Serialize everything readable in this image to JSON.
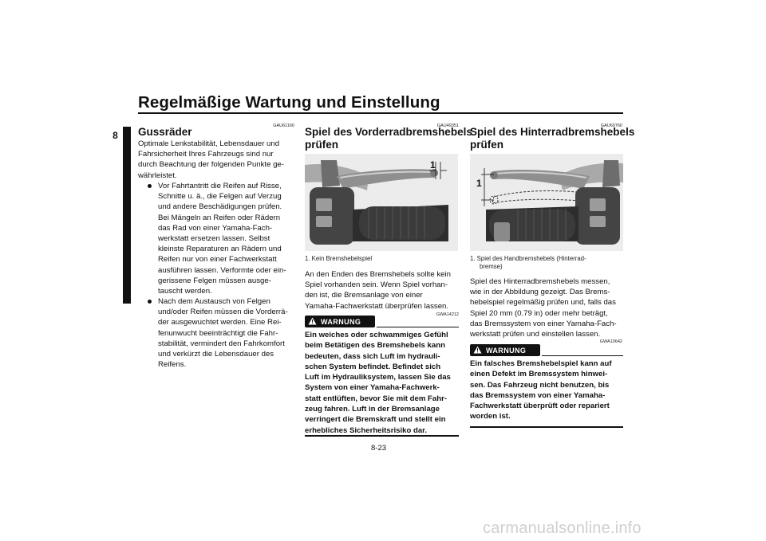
{
  "header": {
    "title": "Regelmäßige Wartung und Einstellung"
  },
  "chapter": {
    "number": "8"
  },
  "col1": {
    "code": "GAU61160",
    "title": "Gussräder",
    "intro": [
      "Optimale Lenkstabilität, Lebensdauer und",
      "Fahrsicherheit Ihres Fahrzeugs sind nur",
      "durch Beachtung der folgenden Punkte ge-",
      "währleistet."
    ],
    "bullets": [
      [
        "Vor Fahrtantritt die Reifen auf Risse,",
        "Schnitte u. ä., die Felgen auf Verzug",
        "und andere Beschädigungen prüfen.",
        "Bei Mängeln an Reifen oder Rädern",
        "das Rad von einer Yamaha-Fach-",
        "werkstatt ersetzen lassen. Selbst",
        "kleinste Reparaturen an Rädern und",
        "Reifen nur von einer Fachwerkstatt",
        "ausführen lassen. Verformte oder ein-",
        "gerissene Felgen müssen ausge-",
        "tauscht werden."
      ],
      [
        "Nach dem Austausch von Felgen",
        "und/oder Reifen müssen die Vorderrä-",
        "der ausgewuchtet werden. Eine Rei-",
        "fenunwucht beeinträchtigt die Fahr-",
        "stabilität, vermindert den Fahrkomfort",
        "und verkürzt die Lebensdauer des",
        "Reifens."
      ]
    ]
  },
  "col2": {
    "code": "GAU49351",
    "title": [
      "Spiel des Vorderradbremshebels",
      "prüfen"
    ],
    "figure_label": "1",
    "caption": "1.  Kein Bremshebelspiel",
    "body": [
      "An den Enden des Bremshebels sollte kein",
      "Spiel vorhanden sein. Wenn Spiel vorhan-",
      "den ist, die Bremsanlage von einer",
      "Yamaha-Fachwerkstatt überprüfen lassen."
    ],
    "warning_code": "GWA14212",
    "warning_label": "WARNUNG",
    "warning_text": [
      "Ein weiches oder schwammiges Gefühl",
      "beim Betätigen des Bremshebels kann",
      "bedeuten, dass sich Luft im hydrauli-",
      "schen System befindet. Befindet sich",
      "Luft im Hydrauliksystem, lassen Sie das",
      "System von einer Yamaha-Fachwerk-",
      "statt entlüften, bevor Sie mit dem Fahr-",
      "zeug fahren. Luft in der Bremsanlage",
      "verringert die Bremskraft und stellt ein",
      "erhebliches Sicherheitsrisiko dar."
    ]
  },
  "col3": {
    "code": "GAU60760",
    "title": [
      "Spiel des Hinterradbremshebels",
      "prüfen"
    ],
    "figure_label": "1",
    "caption": [
      "1.  Spiel des Handbremshebels (Hinterrad-",
      "bremse)"
    ],
    "body": [
      "Spiel des Hinterradbremshebels messen,",
      "wie in der Abbildung gezeigt. Das Brems-",
      "hebelspiel regelmäßig prüfen und, falls das",
      "Spiel 20 mm (0.79 in) oder mehr beträgt,",
      "das Bremssystem von einer Yamaha-Fach-",
      "werkstatt prüfen und einstellen lassen."
    ],
    "warning_code": "GWA10642",
    "warning_label": "WARNUNG",
    "warning_text": [
      "Ein falsches Bremshebelspiel kann auf",
      "einen Defekt im Bremssystem hinwei-",
      "sen. Das Fahrzeug nicht benutzen, bis",
      "das Bremssystem von einer Yamaha-",
      "Fachwerkstatt überprüft oder repariert",
      "worden ist."
    ]
  },
  "page_number": "8-23",
  "watermark": "carmanualsonline.info"
}
